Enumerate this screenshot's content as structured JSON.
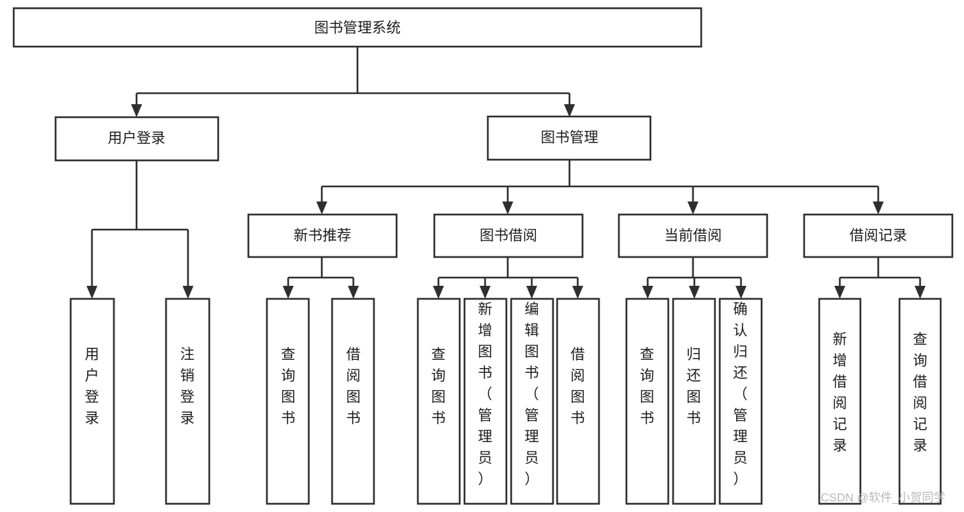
{
  "diagram": {
    "title": "图书管理系统",
    "type": "tree-hierarchy",
    "root": {
      "id": "root",
      "label": "图书管理系统"
    },
    "level2": [
      {
        "id": "user-login",
        "label": "用户登录"
      },
      {
        "id": "book-manage",
        "label": "图书管理"
      }
    ],
    "level3": [
      {
        "id": "new-book-recommend",
        "label": "新书推荐",
        "parent": "book-manage"
      },
      {
        "id": "book-borrow",
        "label": "图书借阅",
        "parent": "book-manage"
      },
      {
        "id": "current-borrow",
        "label": "当前借阅",
        "parent": "book-manage"
      },
      {
        "id": "borrow-record",
        "label": "借阅记录",
        "parent": "book-manage"
      }
    ],
    "leaves": [
      {
        "id": "leaf-user-login",
        "label": "用户登录",
        "parent": "user-login"
      },
      {
        "id": "leaf-logout-login",
        "label": "注销登录",
        "parent": "user-login"
      },
      {
        "id": "leaf-query-book-1",
        "label": "查询图书",
        "parent": "new-book-recommend"
      },
      {
        "id": "leaf-borrow-book-1",
        "label": "借阅图书",
        "parent": "new-book-recommend"
      },
      {
        "id": "leaf-query-book-2",
        "label": "查询图书",
        "parent": "book-borrow"
      },
      {
        "id": "leaf-add-book",
        "label": "新增图书（管理员）",
        "parent": "book-borrow"
      },
      {
        "id": "leaf-edit-book",
        "label": "编辑图书（管理员）",
        "parent": "book-borrow"
      },
      {
        "id": "leaf-borrow-book-2",
        "label": "借阅图书",
        "parent": "book-borrow"
      },
      {
        "id": "leaf-query-book-3",
        "label": "查询图书",
        "parent": "current-borrow"
      },
      {
        "id": "leaf-return-book",
        "label": "归还图书",
        "parent": "current-borrow"
      },
      {
        "id": "leaf-confirm-return",
        "label": "确认归还（管理员）",
        "parent": "current-borrow"
      },
      {
        "id": "leaf-add-record",
        "label": "新增借阅记录",
        "parent": "borrow-record"
      },
      {
        "id": "leaf-query-record",
        "label": "查询借阅记录",
        "parent": "borrow-record"
      }
    ],
    "colors": {
      "stroke": "#2f2f2f",
      "fill": "#ffffff",
      "text": "#1d1d1d",
      "watermark": "#b8b8b8"
    }
  },
  "watermark": {
    "text": "CSDN @软件_小贺同学"
  }
}
